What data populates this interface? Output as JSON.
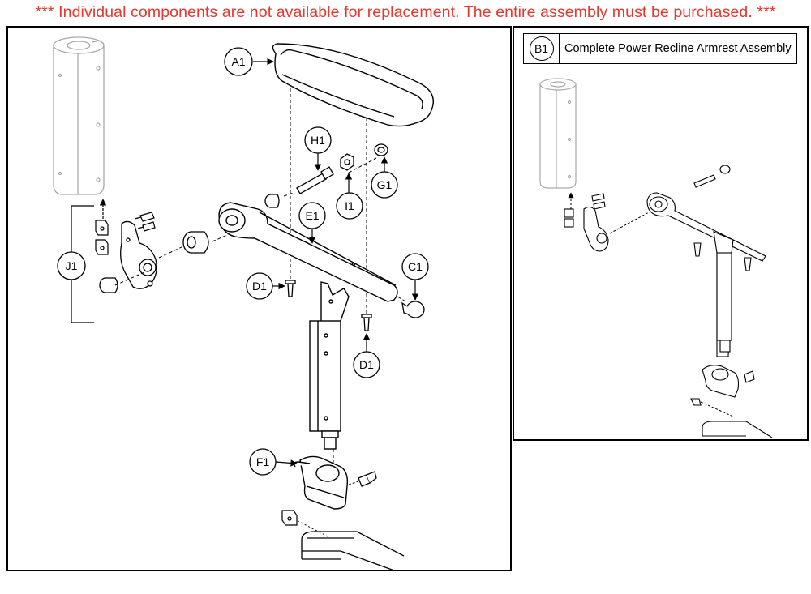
{
  "notice": {
    "text": "*** Individual components are not available for replacement. The entire assembly must be purchased. ***",
    "color": "#e8372f"
  },
  "legend": {
    "callout": "B1",
    "description": "Complete Power Recline Armrest Assembly"
  },
  "callouts": {
    "a1": "A1",
    "h1": "H1",
    "i1": "I1",
    "g1": "G1",
    "e1": "E1",
    "c1": "C1",
    "d1_left": "D1",
    "d1_right": "D1",
    "j1": "J1",
    "f1": "F1"
  }
}
